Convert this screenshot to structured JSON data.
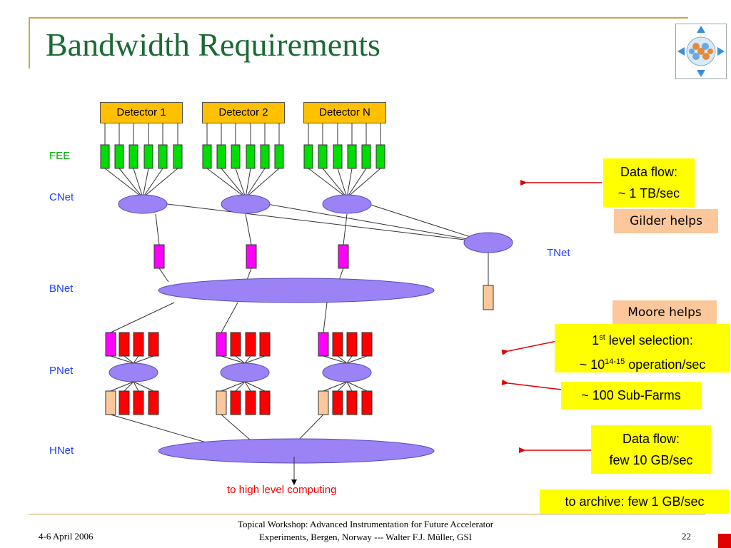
{
  "slide": {
    "title": "Bandwidth Requirements",
    "footer_date": "4-6 April 2006",
    "footer_line1": "Topical Workshop: Advanced Instrumentation for Future Accelerator",
    "footer_line2": "Experiments, Bergen, Norway --- Walter F.J. Müller, GSI",
    "page_number": "22"
  },
  "diagram": {
    "detectors": [
      "Detector 1",
      "Detector 2",
      "Detector N"
    ],
    "layer_labels": {
      "fee": "FEE",
      "cnet": "CNet",
      "tnet": "TNet",
      "bnet": "BNet",
      "pnet": "PNet",
      "hnet": "HNet"
    },
    "output_label": "to high level computing",
    "colors": {
      "detector": "#ffc000",
      "fee": "#00dd00",
      "network": "#9b82f5",
      "magenta": "#ff00ff",
      "red": "#ff0000",
      "peach": "#fcc79a",
      "label_blue": "#1f3fff",
      "label_green": "#00b000",
      "label_red": "#ff0000"
    }
  },
  "callouts": {
    "data_flow_1_line1": "Data flow:",
    "data_flow_1_line2": "~ 1 TB/sec",
    "gilder": "Gilder helps",
    "moore": "Moore helps",
    "selection_line1_pre": "1",
    "selection_line1_sup": "st",
    "selection_line1_post": " level selection:",
    "selection_line2_pre": "~ 10",
    "selection_line2_sup": "14-15",
    "selection_line2_post": " operation/sec",
    "subfarms": "~ 100 Sub-Farms",
    "data_flow_2_line1": "Data flow:",
    "data_flow_2_line2": "few 10 GB/sec",
    "archive": "to archive: few 1 GB/sec"
  }
}
